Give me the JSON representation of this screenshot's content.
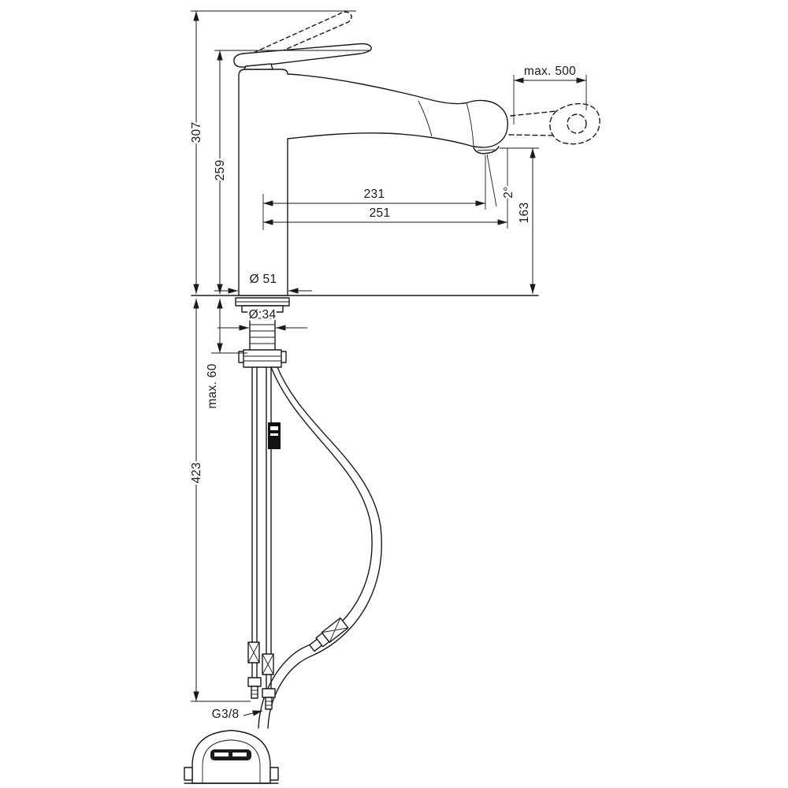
{
  "drawing": {
    "type": "technical-dimension-diagram",
    "subject": "kitchen mixer faucet with pull-out spray and installation dimensions",
    "line_color": "#1a1a1a",
    "background": "#ffffff",
    "dimensions": {
      "total_height": "307",
      "spout_height": "259",
      "pullout_length": "max. 500",
      "spout_reach": "231",
      "sprayhead_reach": "251",
      "outlet_height": "163",
      "spray_angle": "2°",
      "base_diameter": "Ø 51",
      "hole_diameter": "Ø 34",
      "max_counter_thickness": "max. 60",
      "hose_length_below": "423",
      "connection_thread": "G3/8"
    }
  }
}
